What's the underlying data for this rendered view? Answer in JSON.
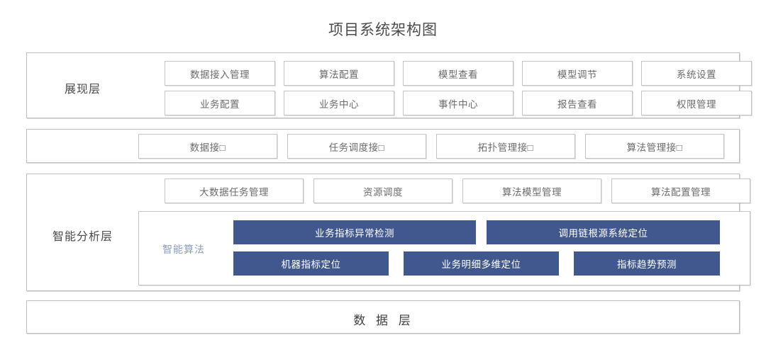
{
  "title": "项目系统架构图",
  "colors": {
    "accent_blue": "#41588f",
    "border_gray": "#c4c4c4",
    "panel_border": "#bfbfbf",
    "text_gray": "#6b6b6b",
    "inner_label_blue": "#8b9cc0"
  },
  "layers": [
    {
      "id": "presentation",
      "label": "展现层",
      "rows": [
        [
          "数据接入管理",
          "算法配置",
          "模型查看",
          "模型调节",
          "系统设置"
        ],
        [
          "业务配置",
          "业务中心",
          "事件中心",
          "报告查看",
          "权限管理"
        ]
      ]
    },
    {
      "id": "interface",
      "label": "",
      "rows": [
        [
          "数据接□",
          "任务调度接□",
          "拓扑管理接□",
          "算法管理接□"
        ]
      ]
    },
    {
      "id": "analysis",
      "label": "智能分析层",
      "rows": [
        [
          "大数据任务管理",
          "资源调度",
          "算法模型管理",
          "算法配置管理"
        ]
      ],
      "inner": {
        "label": "智能算法",
        "rows": [
          [
            "业务指标异常检测",
            "调用链根源系统定位"
          ],
          [
            "机器指标定位",
            "业务明细多维定位",
            "指标趋势预测"
          ]
        ]
      }
    },
    {
      "id": "data",
      "label": "数 据 层",
      "rows": []
    }
  ]
}
